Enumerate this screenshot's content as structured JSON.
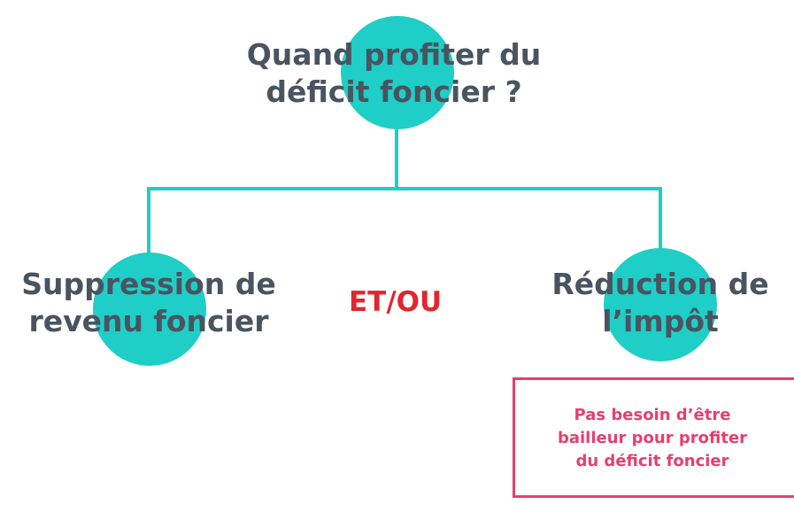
{
  "diagram": {
    "root": {
      "lines": [
        "Quand profiter du",
        "déficit foncier ?"
      ]
    },
    "left": {
      "lines": [
        "Suppression de",
        "revenu foncier"
      ]
    },
    "right": {
      "lines": [
        "Réduction de",
        "l’impôt"
      ]
    },
    "connector": "ET/OU",
    "note": {
      "lines": [
        "Pas besoin d’être",
        "bailleur pour profiter",
        "du déficit foncier"
      ]
    }
  },
  "colors": {
    "accent": "#1fcec6",
    "text": "#4a5460",
    "connector": "#e0262f",
    "note": "#e53f6e"
  }
}
